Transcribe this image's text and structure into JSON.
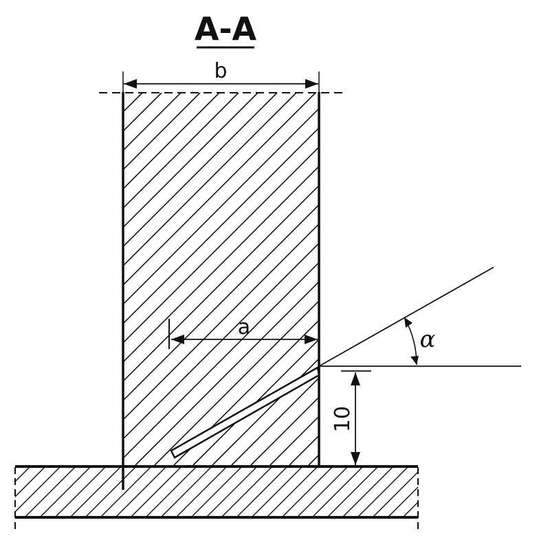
{
  "section_title": "A-A",
  "labels": {
    "width": "b",
    "offset": "a",
    "angle": "α",
    "height": "10"
  },
  "colors": {
    "ink": "#111111",
    "background": "#ffffff"
  }
}
